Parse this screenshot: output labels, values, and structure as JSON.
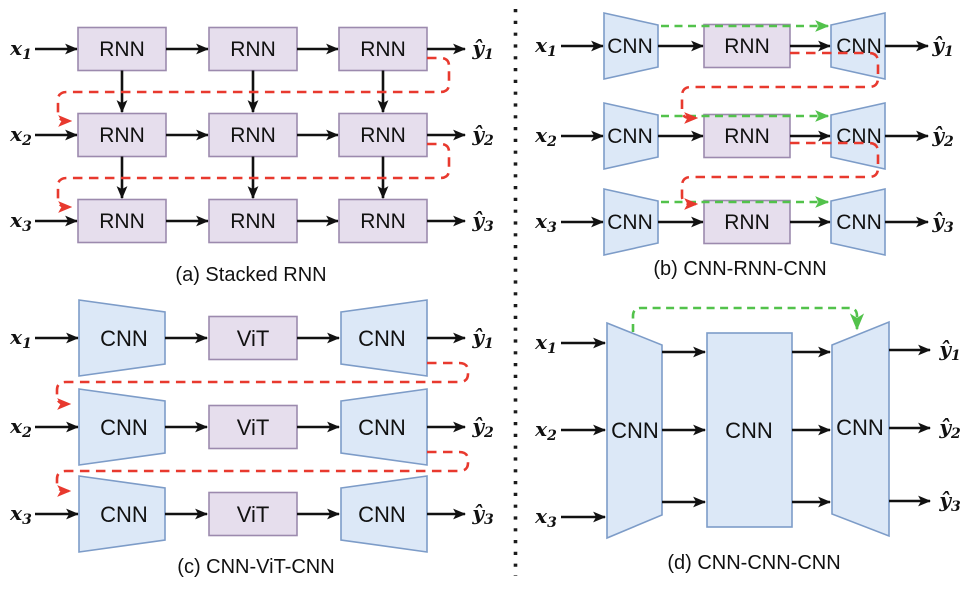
{
  "figure": {
    "type": "neural-network-architecture-comparison",
    "background": "#ffffff",
    "separator_style": "vertical dotted line between left and right panel columns"
  },
  "colors": {
    "block_purple_fill": "#E6DEED",
    "block_purple_border": "#9C8AAE",
    "block_blue_fill": "#DCE8F7",
    "block_blue_border": "#7D9CC8",
    "arrow_black": "#111111",
    "recurrent_red_dashed": "#E8392E",
    "skip_green_dashed": "#52C24B",
    "separator_black": "#1B1B1B"
  },
  "panels": {
    "a": {
      "caption": "(a) Stacked RNN",
      "box_label": "RNN",
      "inputs": [
        {
          "base": "x",
          "sub": "1"
        },
        {
          "base": "x",
          "sub": "2"
        },
        {
          "base": "x",
          "sub": "3"
        }
      ],
      "outputs": [
        {
          "base": "ŷ",
          "sub": "1"
        },
        {
          "base": "ŷ",
          "sub": "2"
        },
        {
          "base": "ŷ",
          "sub": "3"
        }
      ]
    },
    "b": {
      "caption": "(b) CNN-RNN-CNN",
      "encoder_label": "CNN",
      "middle_label": "RNN",
      "decoder_label": "CNN",
      "inputs": [
        {
          "base": "x",
          "sub": "1"
        },
        {
          "base": "x",
          "sub": "2"
        },
        {
          "base": "x",
          "sub": "3"
        }
      ],
      "outputs": [
        {
          "base": "ŷ",
          "sub": "1"
        },
        {
          "base": "ŷ",
          "sub": "2"
        },
        {
          "base": "ŷ",
          "sub": "3"
        }
      ]
    },
    "c": {
      "caption": "(c) CNN-ViT-CNN",
      "encoder_label": "CNN",
      "middle_label": "ViT",
      "decoder_label": "CNN",
      "inputs": [
        {
          "base": "x",
          "sub": "1"
        },
        {
          "base": "x",
          "sub": "2"
        },
        {
          "base": "x",
          "sub": "3"
        }
      ],
      "outputs": [
        {
          "base": "ŷ",
          "sub": "1"
        },
        {
          "base": "ŷ",
          "sub": "2"
        },
        {
          "base": "ŷ",
          "sub": "3"
        }
      ]
    },
    "d": {
      "caption": "(d) CNN-CNN-CNN",
      "encoder_label": "CNN",
      "middle_label": "CNN",
      "decoder_label": "CNN",
      "inputs": [
        {
          "base": "x",
          "sub": "1"
        },
        {
          "base": "x",
          "sub": "2"
        },
        {
          "base": "x",
          "sub": "3"
        }
      ],
      "outputs": [
        {
          "base": "ŷ",
          "sub": "1"
        },
        {
          "base": "ŷ",
          "sub": "2"
        },
        {
          "base": "ŷ",
          "sub": "3"
        }
      ]
    }
  }
}
